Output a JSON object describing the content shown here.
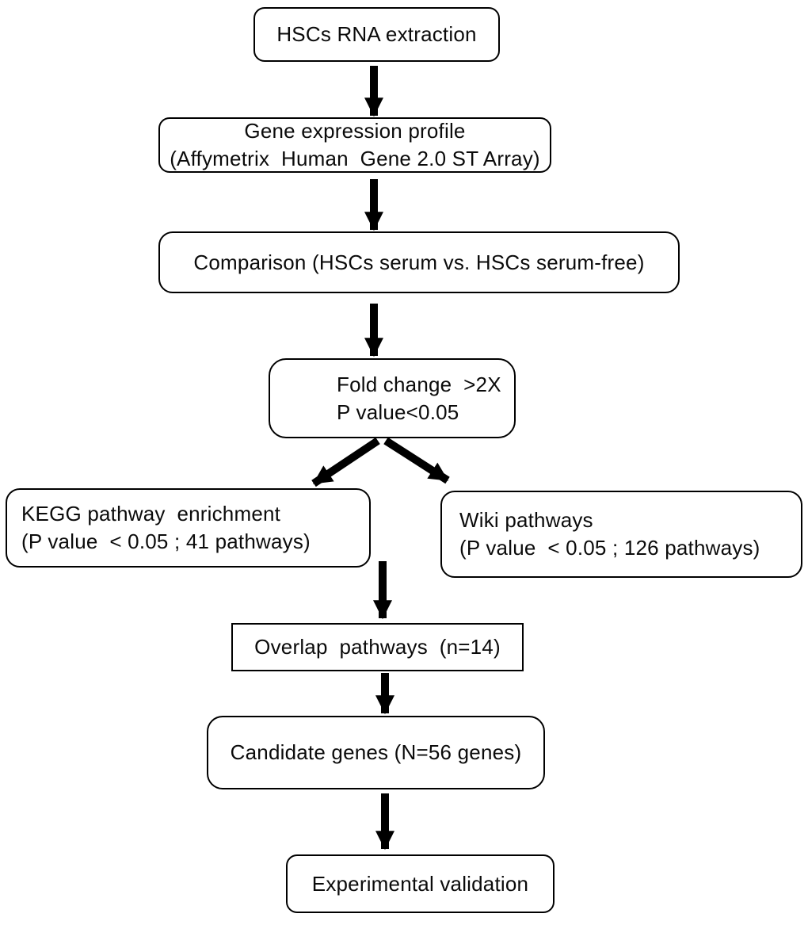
{
  "figure": {
    "type": "flowchart",
    "background_color": "#ffffff",
    "ink_color": "#000000",
    "nodes": [
      {
        "id": "hscs-rna-extraction",
        "lines": [
          "HSCs RNA extraction"
        ]
      },
      {
        "id": "gene-expression-profile",
        "lines": [
          "Gene expression profile",
          "(Affymetrix  Human  Gene 2.0 ST Array)"
        ]
      },
      {
        "id": "comparison",
        "lines": [
          "Comparison (HSCs serum vs. HSCs serum-free)"
        ]
      },
      {
        "id": "fold-change-filter",
        "lines": [
          "Fold change  >2X",
          "P value<0.05"
        ]
      },
      {
        "id": "kegg-pathway-enrichment",
        "lines": [
          "KEGG pathway  enrichment",
          "(P value  < 0.05 ; 41 pathways)"
        ]
      },
      {
        "id": "wiki-pathways",
        "lines": [
          "Wiki pathways",
          "(P value  < 0.05 ; 126 pathways)"
        ]
      },
      {
        "id": "overlap-pathways",
        "lines": [
          "Overlap  pathways  (n=14)"
        ]
      },
      {
        "id": "candidate-genes",
        "lines": [
          "Candidate genes (N=56 genes)"
        ]
      },
      {
        "id": "experimental-validation",
        "lines": [
          "Experimental validation"
        ]
      }
    ]
  }
}
